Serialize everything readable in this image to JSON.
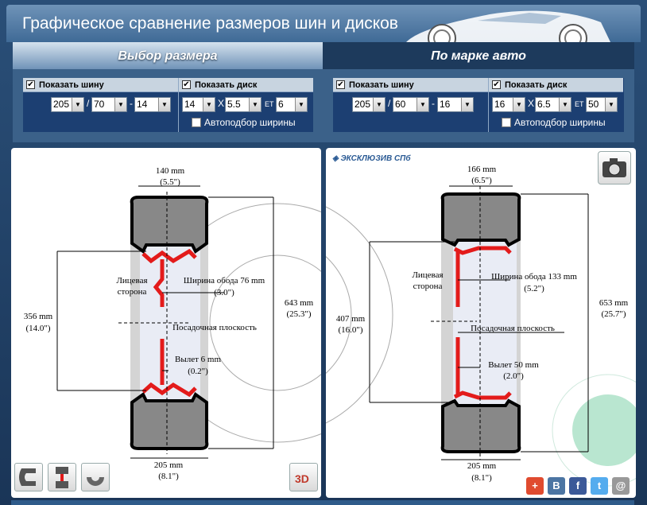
{
  "header": {
    "title": "Графическое сравнение размеров шин и дисков"
  },
  "tabs": {
    "by_size": "Выбор размера",
    "by_car": "По марке авто"
  },
  "left_panel": {
    "show_tire_label": "Показать шину",
    "show_disc_label": "Показать диск",
    "tire_width": "205",
    "tire_profile": "70",
    "tire_rim": "14",
    "disc_diameter": "14",
    "disc_width": "5.5",
    "disc_et": "6",
    "sep_slash": "/",
    "sep_dash": "-",
    "sep_x": "X",
    "et_label": "ET",
    "auto_label": "Автоподбор ширины"
  },
  "right_panel": {
    "show_tire_label": "Показать шину",
    "show_disc_label": "Показать диск",
    "tire_width": "205",
    "tire_profile": "60",
    "tire_rim": "16",
    "disc_diameter": "16",
    "disc_width": "6.5",
    "disc_et": "50",
    "sep_slash": "/",
    "sep_dash": "-",
    "sep_x": "X",
    "et_label": "ET",
    "auto_label": "Автоподбор ширины"
  },
  "left_view": {
    "top_width_mm": "140 mm",
    "top_width_in": "(5.5\")",
    "rim_diam_mm": "356 mm",
    "rim_diam_in": "(14.0\")",
    "outer_diam_mm": "643 mm",
    "outer_diam_in": "(25.3\")",
    "rim_width_label": "Ширина обода 76 mm",
    "rim_width_in": "(3.0\")",
    "face_label_1": "Лицевая",
    "face_label_2": "сторона",
    "mount_plane": "Посадочная плоскость",
    "offset_label": "Вылет 6 mm",
    "offset_in": "(0.2\")",
    "bottom_width_mm": "205 mm",
    "bottom_width_in": "(8.1\")"
  },
  "right_view": {
    "logo": "ЭКСКЛЮЗИВ СПб",
    "top_width_mm": "166 mm",
    "top_width_in": "(6.5\")",
    "rim_diam_mm": "407 mm",
    "rim_diam_in": "(16.0\")",
    "outer_diam_mm": "653 mm",
    "outer_diam_in": "(25.7\")",
    "rim_width_label": "Ширина обода 133 mm",
    "rim_width_in": "(5.2\")",
    "face_label_1": "Лицевая",
    "face_label_2": "сторона",
    "mount_plane": "Посадочная плоскость",
    "offset_label": "Вылет 50 mm",
    "offset_in": "(2.0\")",
    "bottom_width_mm": "205 mm",
    "bottom_width_in": "(8.1\")"
  },
  "icons": [
    "tire-side-view-icon",
    "tire-front-view-icon",
    "tire-half-view-icon",
    "3d-view-icon",
    "camera-icon",
    "plus-share-icon",
    "vk-icon",
    "facebook-icon",
    "twitter-icon",
    "link-icon"
  ],
  "colors": {
    "accent": "#2a5a94",
    "disc": "#e31b1b"
  }
}
